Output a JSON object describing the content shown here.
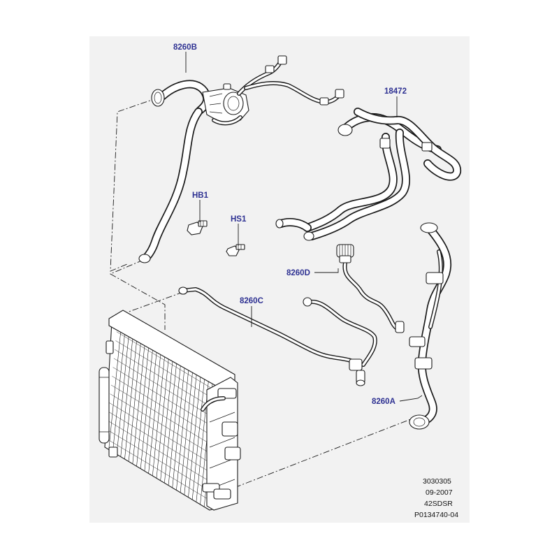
{
  "callouts": {
    "c_8260B": "8260B",
    "c_18472": "18472",
    "c_HB1": "HB1",
    "c_HS1": "HS1",
    "c_8260D": "8260D",
    "c_8260C": "8260C",
    "c_8260A": "8260A"
  },
  "reference": {
    "line1": "3030305",
    "line2": "09-2007",
    "line3": "42SDSR",
    "line4": "P0134740-04"
  },
  "colors": {
    "callout_text": "#2e3192",
    "panel_background": "#f2f2f2",
    "line_art": "#1a1a1a"
  }
}
